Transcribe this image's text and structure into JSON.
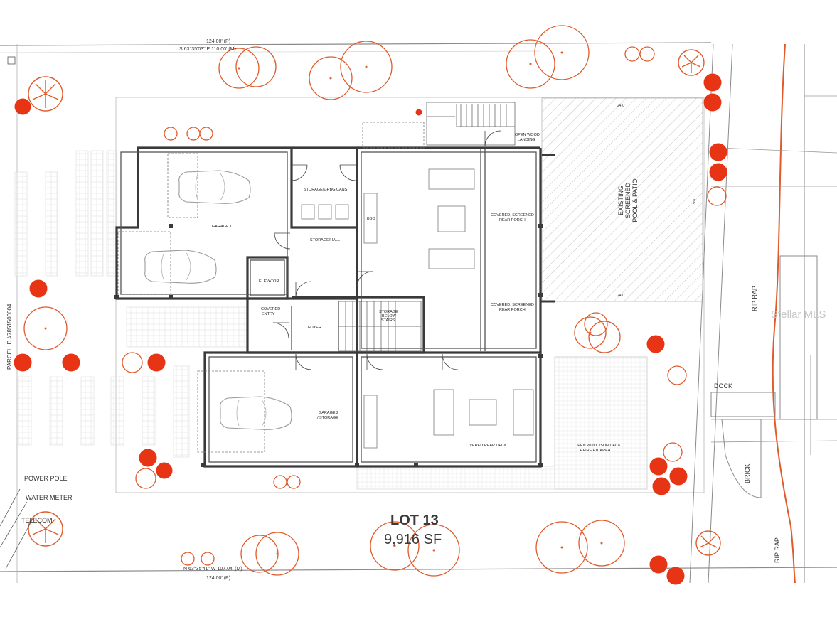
{
  "boundary": {
    "top_call": "S 63°35'03\" E 110.00' (M)",
    "top_plat": "124.00' (P)",
    "bottom_call": "N 63°35'41\" W 107.04' (M)",
    "bottom_plat": "124.00' (P)"
  },
  "parcel_id": "PARCEL ID #7851500004",
  "lot": {
    "number": "LOT 13",
    "area": "9,916 SF"
  },
  "rooms": {
    "garage1": "GARAGE 1",
    "storage_trash": "STORAGE/GRBG CANS",
    "storage_hall": "STORAGE/HALL",
    "elevator": "ELEVATOR",
    "covered_entry_1": "COVERED",
    "covered_entry_2": "ENTRY",
    "foyer": "FOYER",
    "storage_below_1": "STORAGE",
    "storage_below_2": "BELOW",
    "storage_below_3": "STAIRS",
    "garage2_1": "GARAGE 2",
    "garage2_2": "/ STORAGE",
    "rear_porch_a1": "COVERED, SCREENED",
    "rear_porch_a2": "REAR PORCH",
    "rear_porch_b1": "COVERED, SCREENED",
    "rear_porch_b2": "REAR PORCH",
    "rear_deck": "COVERED REAR DECK",
    "open_wood_1": "OPEN WOOD/SUN DECK",
    "open_wood_2": "+ FIRE PIT AREA",
    "landing_1": "OPEN WOOD",
    "landing_2": "LANDING",
    "bbq": "BBQ",
    "pool_1": "EXISTING",
    "pool_2": "SCREENED",
    "pool_3": "POOL & PATIO"
  },
  "dims": {
    "pool_top": "24.0'",
    "pool_bottom": "24.0'",
    "pool_side": "30.0'"
  },
  "site_labels": {
    "rip_rap_top": "RIP RAP",
    "rip_rap_bottom": "RIP RAP",
    "dock": "DOCK",
    "brick": "BRICK"
  },
  "legend": {
    "power_pole": "POWER POLE",
    "water_meter": "WATER METER",
    "telecom": "TELECOM"
  },
  "watermark": "Stellar MLS",
  "colors": {
    "tree": "#e05a2a",
    "shrub": "#e63414",
    "wall": "#3a3a3a",
    "line": "#9a9a9a",
    "shore": "#e05a2a"
  }
}
